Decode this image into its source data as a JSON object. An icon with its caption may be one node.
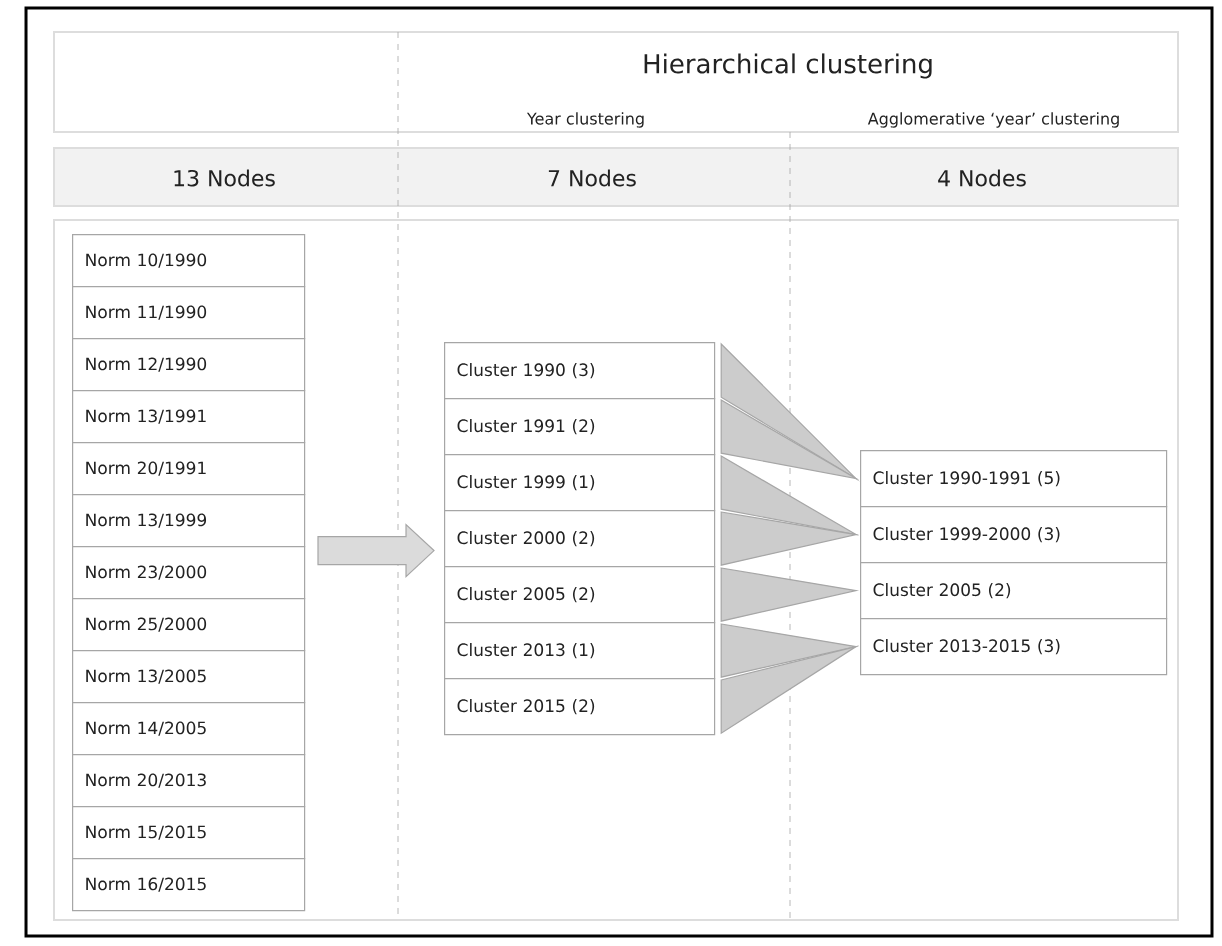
{
  "diagram": {
    "title": "Hierarchical clustering",
    "nodes": [
      {
        "text": [
          "Norm 10/1990"
        ]
      },
      {
        "text": [
          "Norm 11/1990"
        ]
      },
      {
        "text": [
          "Norm 12/1990"
        ]
      },
      {
        "text": [
          "Norm 13/1991"
        ]
      },
      {
        "text": [
          "Norm 20/1991"
        ]
      },
      {
        "text": [
          "Norm 13/1999"
        ]
      },
      {
        "text": [
          "Norm 23/2000"
        ]
      },
      {
        "text": [
          "Norm 25/2000"
        ]
      },
      {
        "text": [
          "Norm 13/2005"
        ]
      },
      {
        "text": [
          "Norm 14/2005"
        ]
      },
      {
        "text": [
          "Norm 20/2013"
        ]
      },
      {
        "text": [
          "Norm 15/2015"
        ]
      },
      {
        "text": [
          "Norm 16/2015"
        ]
      },
      {
        "text": [
          "Cluster 1990 (3)"
        ]
      },
      {
        "text": [
          "Cluster 1991 (2)"
        ]
      },
      {
        "text": [
          "Cluster 1999 (1)"
        ]
      },
      {
        "text": [
          "Cluster 2000 (2)"
        ]
      },
      {
        "text": [
          "Cluster 2005 (2)"
        ]
      },
      {
        "text": [
          "Cluster 2013 (1)"
        ]
      },
      {
        "text": [
          "Cluster 2015 (2)"
        ]
      },
      {
        "text": [
          "Cluster 1990-1991 (5)"
        ]
      },
      {
        "text": [
          "Cluster 1999-2000 (3)"
        ]
      },
      {
        "text": [
          "Cluster 2005 (2)"
        ]
      },
      {
        "text": [
          "Cluster 2013-2015 (3)"
        ]
      }
    ],
    "edges": [
      {
        "from": null,
        "to": 16,
        "arrow": "to"
      },
      {
        "from": 13,
        "to": 20,
        "arrow": "to"
      },
      {
        "from": 14,
        "to": 20,
        "arrow": "to"
      },
      {
        "from": 15,
        "to": 21,
        "arrow": "to"
      },
      {
        "from": 16,
        "to": 21,
        "arrow": "to"
      },
      {
        "from": 17,
        "to": 22,
        "arrow": "to"
      },
      {
        "from": 18,
        "to": 23,
        "arrow": "to"
      },
      {
        "from": 19,
        "to": 23,
        "arrow": "to"
      }
    ],
    "labels": [
      "Year clustering",
      "Agglomerative ‘year’ clustering",
      "13 Nodes",
      "7 Nodes",
      "4 Nodes"
    ]
  }
}
